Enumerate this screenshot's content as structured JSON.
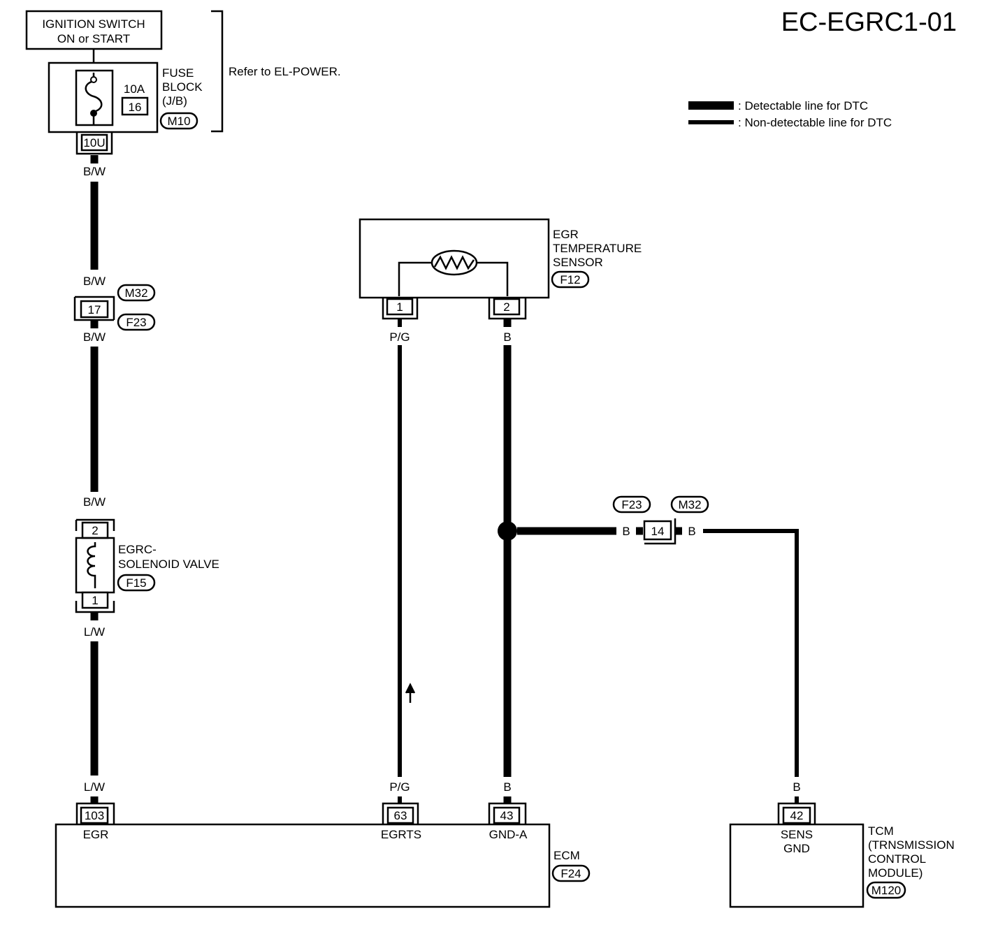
{
  "page_id": "EC-EGRC1-01",
  "legend": {
    "detectable": ": Detectable line for DTC",
    "non_detectable": ": Non-detectable line for DTC"
  },
  "ignition": {
    "line1": "IGNITION SWITCH",
    "line2": "ON or START"
  },
  "fuse_block": {
    "rating": "10A",
    "number": "16",
    "label1": "FUSE",
    "label2": "BLOCK",
    "label3": "(J/B)",
    "connector": "M10",
    "terminal": "10U",
    "refer": "Refer to EL-POWER."
  },
  "joint_connector": {
    "terminal": "17",
    "conn_top": "M32",
    "conn_bottom": "F23"
  },
  "egrc_valve": {
    "label1": "EGRC-",
    "label2": "SOLENOID VALVE",
    "connector": "F15",
    "pin_top": "2",
    "pin_bottom": "1"
  },
  "egr_sensor": {
    "label1": "EGR",
    "label2": "TEMPERATURE",
    "label3": "SENSOR",
    "connector": "F12",
    "pin1": "1",
    "pin2": "2"
  },
  "ground_joint": {
    "terminal": "14",
    "conn_left": "F23",
    "conn_right": "M32"
  },
  "wire_colors": {
    "bw_1": "B/W",
    "bw_2": "B/W",
    "bw_3": "B/W",
    "bw_4": "B/W",
    "lw_1": "L/W",
    "lw_2": "L/W",
    "pg_1": "P/G",
    "pg_2": "P/G",
    "b_1": "B",
    "b_2": "B",
    "b_3": "B",
    "b_4": "B",
    "b_5": "B"
  },
  "ecm": {
    "label": "ECM",
    "connector": "F24",
    "terminals": [
      {
        "pin": "103",
        "name": "EGR"
      },
      {
        "pin": "63",
        "name": "EGRTS"
      },
      {
        "pin": "43",
        "name": "GND-A"
      }
    ]
  },
  "tcm": {
    "label1": "TCM",
    "label2": "(TRNSMISSION",
    "label3": "CONTROL",
    "label4": "MODULE)",
    "connector": "M120",
    "pin": "42",
    "term1": "SENS",
    "term2": "GND"
  }
}
